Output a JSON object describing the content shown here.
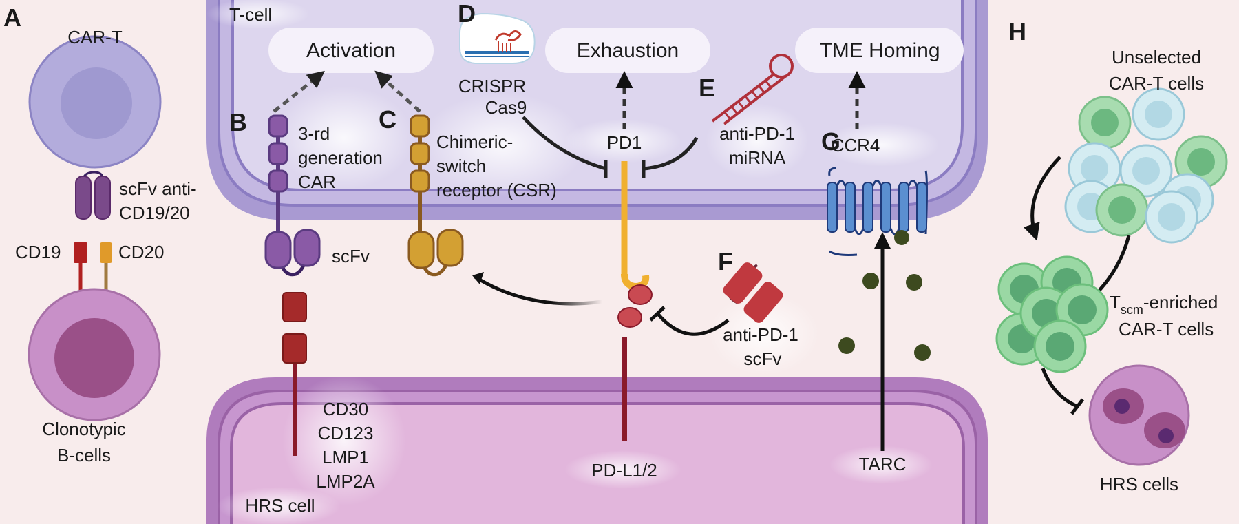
{
  "panels": {
    "a": "A",
    "b": "B",
    "c": "C",
    "d": "D",
    "e": "E",
    "f": "F",
    "g": "G",
    "h": "H"
  },
  "panel_a": {
    "car_t_title": "CAR-T",
    "scfv_label_line1": "scFv anti-",
    "scfv_label_line2": "CD19/20",
    "cd19": "CD19",
    "cd20": "CD20",
    "bcell_line1": "Clonotypic",
    "bcell_line2": "B-cells"
  },
  "tcell": {
    "label": "T-cell",
    "activation": "Activation",
    "exhaustion": "Exhaustion",
    "tme_homing": "TME Homing",
    "car_line1": "3-rd",
    "car_line2": "generation",
    "car_line3": "CAR",
    "scfv": "scFv",
    "csr_line1": "Chimeric-",
    "csr_line2": "switch",
    "csr_line3": "receptor (CSR)",
    "crispr_line1": "CRISPR",
    "crispr_line2": "Cas9",
    "pd1": "PD1",
    "mirna_line1": "anti-PD-1",
    "mirna_line2": "miRNA",
    "ccr4": "CCR4",
    "antipd1_scfv_line1": "anti-PD-1",
    "antipd1_scfv_line2": "scFv"
  },
  "hrs": {
    "label": "HRS cell",
    "markers": [
      "CD30",
      "CD123",
      "LMP1",
      "LMP2A"
    ],
    "pdl": "PD-L1/2",
    "tarc": "TARC"
  },
  "panel_h": {
    "unselected_line1": "Unselected",
    "unselected_line2": "CAR-T cells",
    "tscm_prefix": "T",
    "tscm_sub": "scm",
    "tscm_suffix": "-enriched",
    "tscm_line2": "CAR-T cells",
    "hrs_cells": "HRS cells"
  }
}
